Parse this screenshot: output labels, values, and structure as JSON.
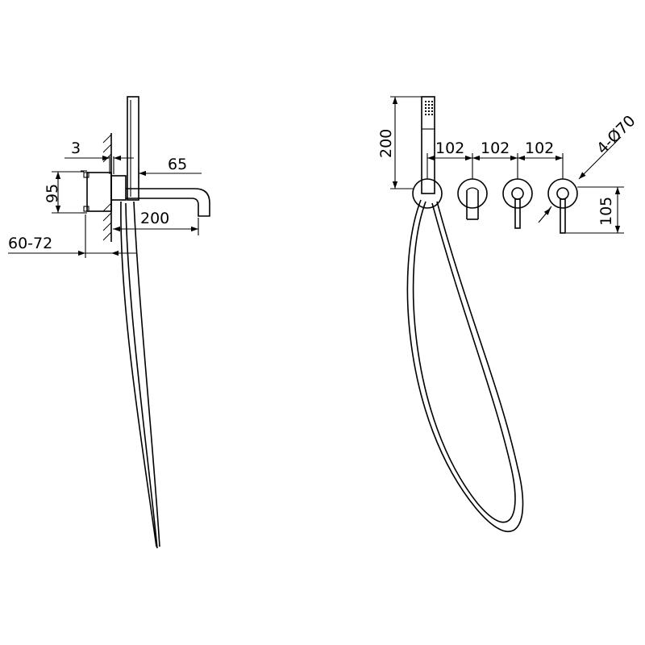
{
  "side_view": {
    "dims": {
      "wall_gap": "3",
      "handshower_offset": "65",
      "valve_height": "95",
      "spout_length": "200",
      "wall_depth": "60-72"
    }
  },
  "front_view": {
    "dims": {
      "handshower_height": "200",
      "spacing_1": "102",
      "spacing_2": "102",
      "spacing_3": "102",
      "rosette_diameter": "4-Ø70",
      "handle_height": "105"
    }
  }
}
